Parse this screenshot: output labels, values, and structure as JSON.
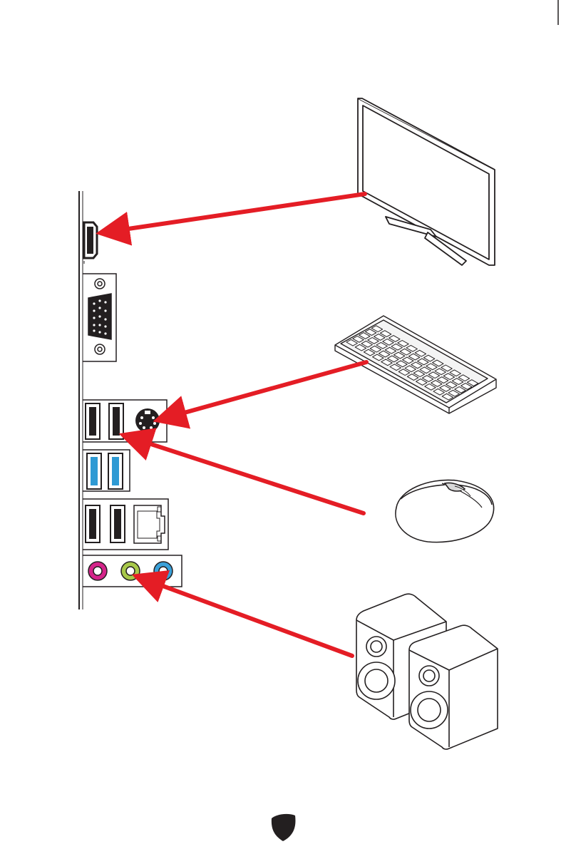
{
  "figure": {
    "devices": [
      {
        "id": "monitor",
        "icon": "monitor-icon",
        "connects_to": "hdmi-port"
      },
      {
        "id": "keyboard",
        "icon": "keyboard-icon",
        "connects_to": "ps2-port"
      },
      {
        "id": "mouse",
        "icon": "mouse-icon",
        "connects_to": "usb-2-port"
      },
      {
        "id": "speakers",
        "icon": "speakers-icon",
        "connects_to": "line-out-port"
      }
    ],
    "ports": [
      {
        "id": "hdmi-port",
        "icon": "hdmi-port-icon"
      },
      {
        "id": "vga-port",
        "icon": "vga-port-icon"
      },
      {
        "id": "usb-2-port",
        "icon": "usb-port-icon"
      },
      {
        "id": "ps2-port",
        "icon": "ps2-port-icon"
      },
      {
        "id": "usb-3-port",
        "icon": "usb-port-icon"
      },
      {
        "id": "lan-port",
        "icon": "rj45-port-icon"
      },
      {
        "id": "line-in-port",
        "icon": "audio-jack-icon"
      },
      {
        "id": "line-out-port",
        "icon": "audio-jack-icon"
      },
      {
        "id": "mic-in-port",
        "icon": "audio-jack-icon"
      }
    ],
    "colors": {
      "arrow": "#e41d25",
      "usb3_blue": "#2e9ad4",
      "jack_pink": "#d4248a",
      "jack_green": "#a8c84a",
      "jack_blue": "#3aa0d8",
      "line": "#231f20"
    }
  },
  "footer": {
    "logo_icon": "msi-shield-icon"
  }
}
